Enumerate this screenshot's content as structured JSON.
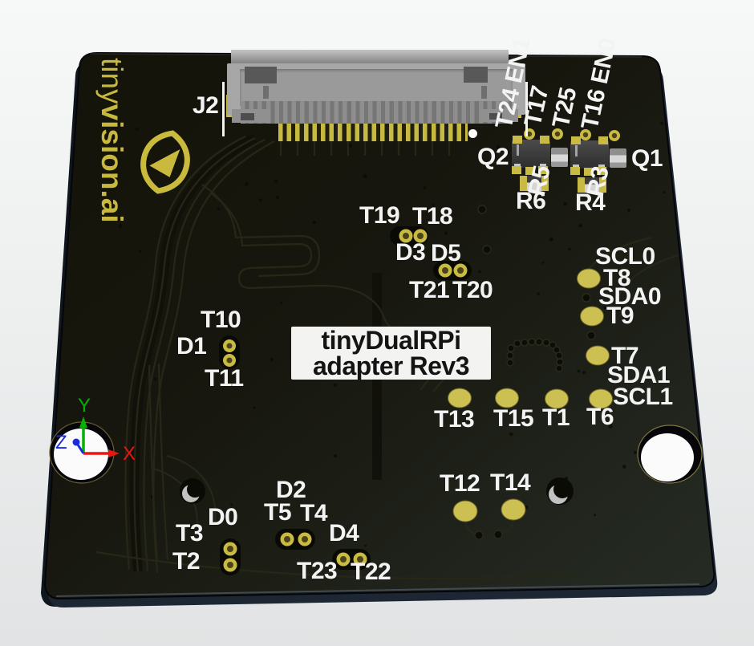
{
  "viewer": {
    "description": "3D PCB render viewport",
    "board_title_label": {
      "line1": "tinyDualRPi",
      "line2": "adapter Rev3"
    },
    "brand": {
      "prefix": "tiny",
      "suffix": "vision.ai"
    }
  },
  "axes": {
    "x": "X",
    "y": "Y",
    "z": "Z"
  },
  "labels": {
    "j2": "J2",
    "q1": "Q1",
    "q2": "Q2",
    "r3": "R3",
    "r4": "R4",
    "r5": "R5",
    "r6": "R6",
    "t24_en1": "T24 EN1",
    "t17": "T17",
    "t25": "T25",
    "t16_en0": "T16 EN0",
    "t19": "T19",
    "t18": "T18",
    "d3": "D3",
    "d5": "D5",
    "t21": "T21",
    "t20": "T20",
    "scl0": "SCL0",
    "t8": "T8",
    "sda0": "SDA0",
    "t9": "T9",
    "t7": "T7",
    "sda1": "SDA1",
    "scl1": "SCL1",
    "t13": "T13",
    "t15": "T15",
    "t1": "T1",
    "t6": "T6",
    "t10": "T10",
    "d1": "D1",
    "t11": "T11",
    "t12": "T12",
    "t14": "T14",
    "d2": "D2",
    "t5": "T5",
    "t4": "T4",
    "d0": "D0",
    "t3": "T3",
    "t2": "T2",
    "d4": "D4",
    "t23": "T23",
    "t22": "T22"
  },
  "colors": {
    "silkscreen": "#f3f3f3",
    "silkscreen_yellow": "#c8b93d",
    "pad_gold": "#cdc052",
    "board_dark": "#17170f",
    "board_side": "#1d2733",
    "axis_x": "#ee1510",
    "axis_y": "#04b104",
    "axis_z": "#1b2ae0"
  }
}
